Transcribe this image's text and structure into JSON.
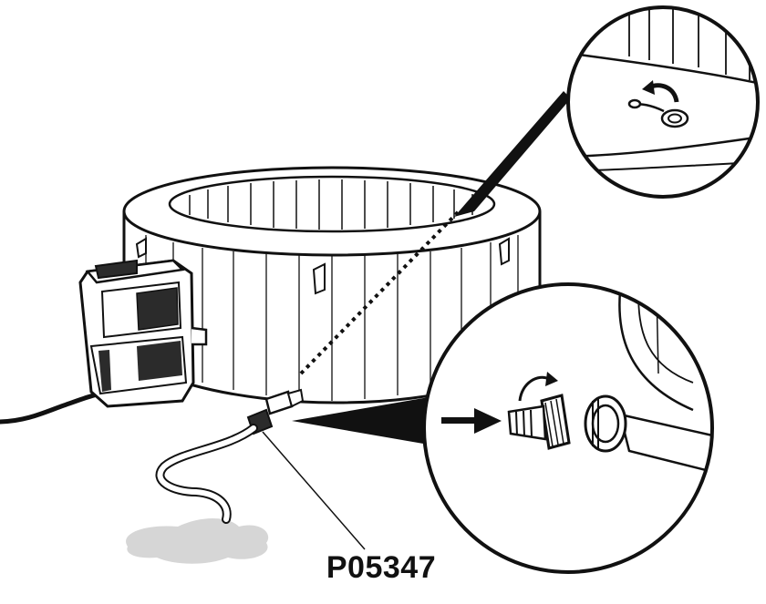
{
  "diagram": {
    "part_number": "P05347",
    "colors": {
      "line": "#111111",
      "fill": "#ffffff",
      "puddle": "#d6d6d6",
      "pump_shade": "#2b2b2b"
    },
    "callouts": [
      {
        "name": "drain-valve-cap-detail",
        "icon": "rotate-ccw-arrow"
      },
      {
        "name": "hose-adapter-connection-detail",
        "icon": "rotate-cw-arrow"
      }
    ]
  }
}
